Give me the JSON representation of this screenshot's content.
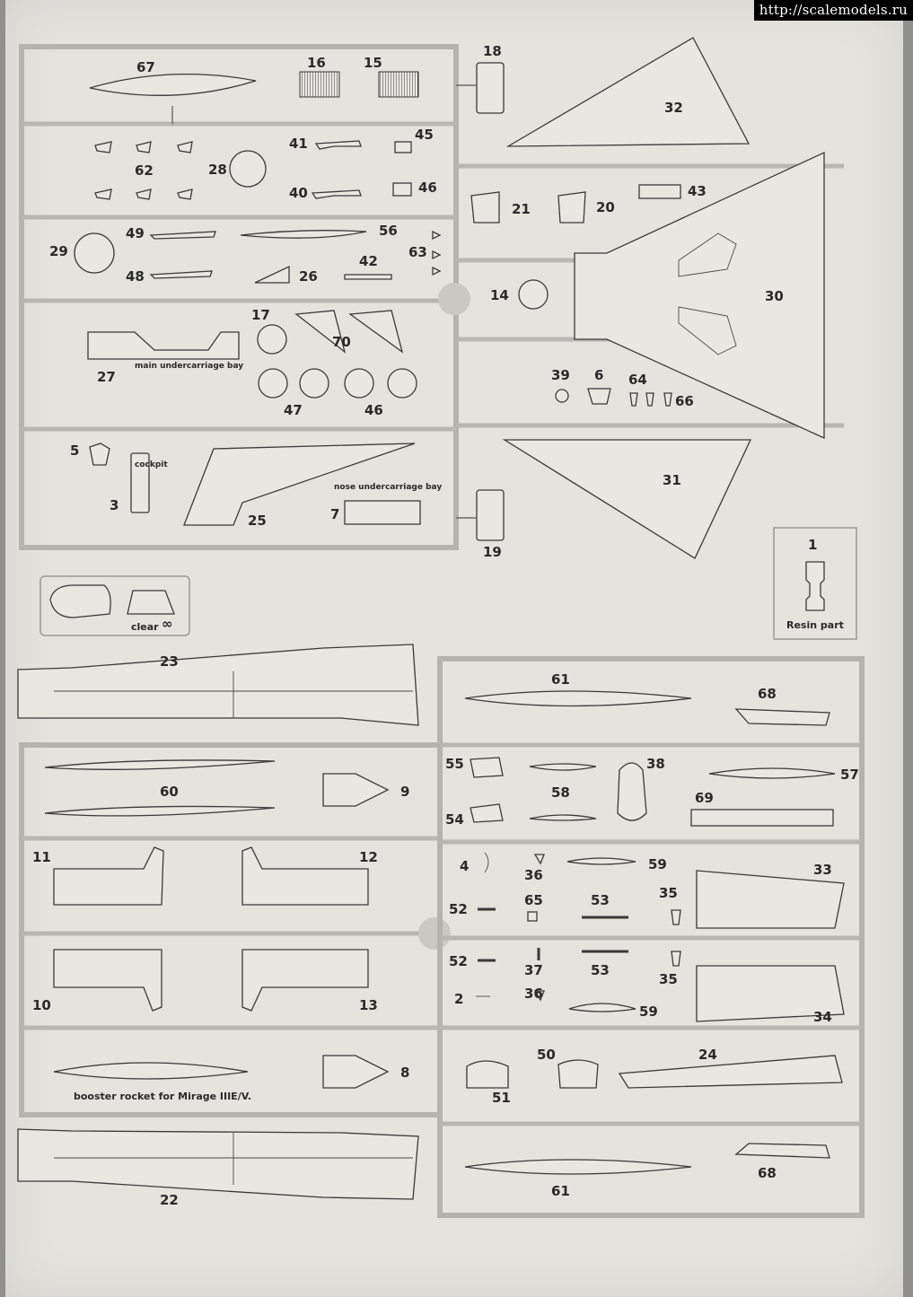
{
  "watermark": "http://scalemodels.ru",
  "labels": {
    "p1": "1",
    "p3": "3",
    "p4": "4",
    "p5": "5",
    "p6": "6",
    "p7": "7",
    "p8": "8",
    "p9": "9",
    "p10": "10",
    "p11": "11",
    "p12": "12",
    "p13": "13",
    "p14": "14",
    "p15": "15",
    "p16": "16",
    "p17": "17",
    "p18": "18",
    "p19": "19",
    "p20": "20",
    "p21": "21",
    "p22": "22",
    "p23": "23",
    "p24": "24",
    "p25": "25",
    "p26": "26",
    "p27": "27",
    "p28": "28",
    "p29": "29",
    "p30": "30",
    "p31": "31",
    "p32": "32",
    "p33": "33",
    "p34": "34",
    "p35": "35",
    "p36": "36",
    "p37": "37",
    "p38": "38",
    "p39": "39",
    "p40": "40",
    "p41": "41",
    "p42": "42",
    "p43": "43",
    "p45": "45",
    "p46": "46",
    "p47": "47",
    "p48": "48",
    "p49": "49",
    "p50": "50",
    "p51": "51",
    "p52": "52",
    "p53": "53",
    "p54": "54",
    "p55": "55",
    "p56": "56",
    "p57": "57",
    "p58": "58",
    "p59": "59",
    "p60": "60",
    "p61": "61",
    "p62": "62",
    "p63": "63",
    "p64": "64",
    "p65": "65",
    "p66": "66",
    "p67": "67",
    "p68": "68",
    "p69": "69",
    "p70": "70"
  },
  "captions": {
    "main_bay": "main undercarriage bay",
    "nose_bay": "nose undercarriage bay",
    "cockpit": "cockpit",
    "clear": "clear",
    "resin": "Resin part",
    "booster": "booster rocket for Mirage IIIE/V."
  }
}
